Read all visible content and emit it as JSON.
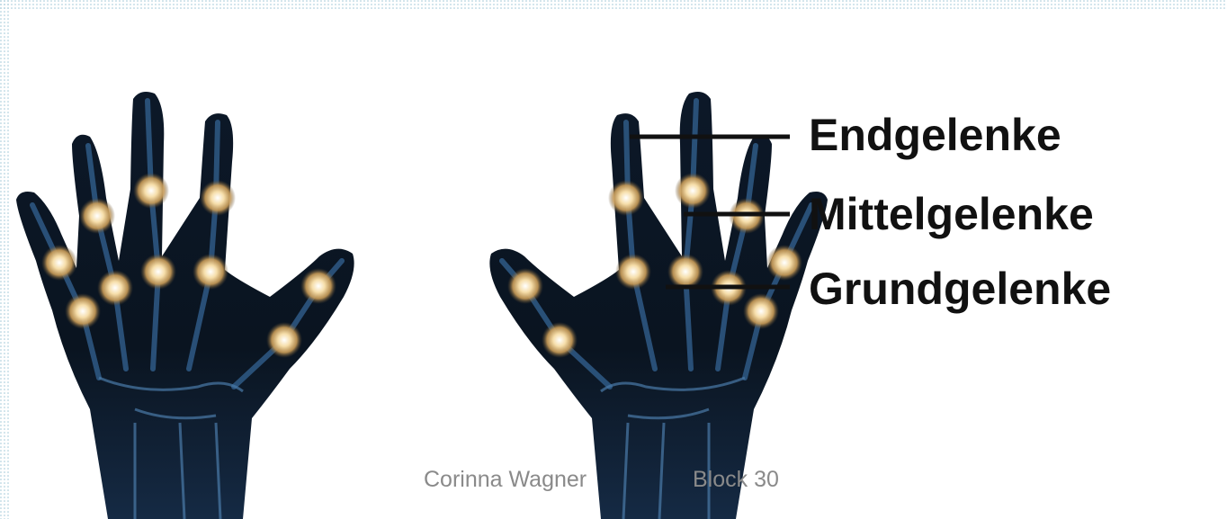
{
  "labels": {
    "distal": "Endgelenke",
    "middle": "Mittelgelenke",
    "base": "Grundgelenke"
  },
  "footer": {
    "author": "Corinna Wagner",
    "block": "Block 30"
  },
  "colors": {
    "background": "#ffffff",
    "hand_dark": "#0b1522",
    "bone_blue": "#2f5a86",
    "joint_glow": "#f3d7a0",
    "label_text": "#111111",
    "footer_text": "#8a8a8a"
  }
}
